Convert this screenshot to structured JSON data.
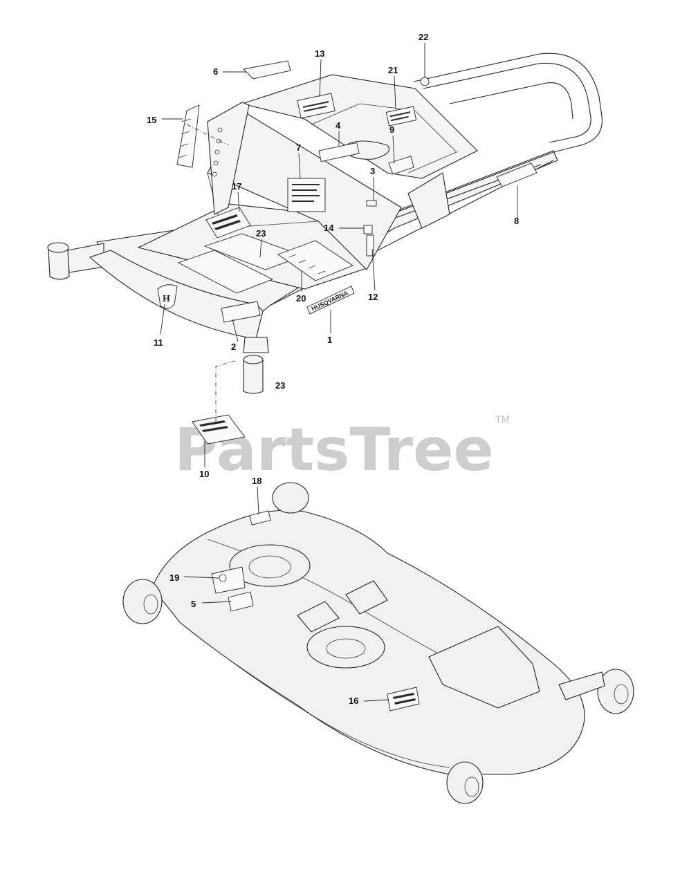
{
  "callouts": [
    {
      "id": "c22",
      "label": "22"
    },
    {
      "id": "c13",
      "label": "13"
    },
    {
      "id": "c6",
      "label": "6"
    },
    {
      "id": "c21",
      "label": "21"
    },
    {
      "id": "c15",
      "label": "15"
    },
    {
      "id": "c4",
      "label": "4"
    },
    {
      "id": "c9",
      "label": "9"
    },
    {
      "id": "c7",
      "label": "7"
    },
    {
      "id": "c3",
      "label": "3"
    },
    {
      "id": "c17",
      "label": "17"
    },
    {
      "id": "c8",
      "label": "8"
    },
    {
      "id": "c14",
      "label": "14"
    },
    {
      "id": "c23a",
      "label": "23"
    },
    {
      "id": "c20",
      "label": "20"
    },
    {
      "id": "c12",
      "label": "12"
    },
    {
      "id": "c11",
      "label": "11"
    },
    {
      "id": "c2",
      "label": "2"
    },
    {
      "id": "c1",
      "label": "1"
    },
    {
      "id": "c23b",
      "label": "23"
    },
    {
      "id": "c10",
      "label": "10"
    },
    {
      "id": "c18",
      "label": "18"
    },
    {
      "id": "c19",
      "label": "19"
    },
    {
      "id": "c5",
      "label": "5"
    },
    {
      "id": "c16",
      "label": "16"
    }
  ],
  "watermark": {
    "text": "PartsTree",
    "trademark": "TM"
  },
  "decal_text": {
    "brand": "HUSQVARNA"
  },
  "colors": {
    "ink": "#111111",
    "watermark": "#bdbdbd",
    "paper": "#ffffff"
  }
}
